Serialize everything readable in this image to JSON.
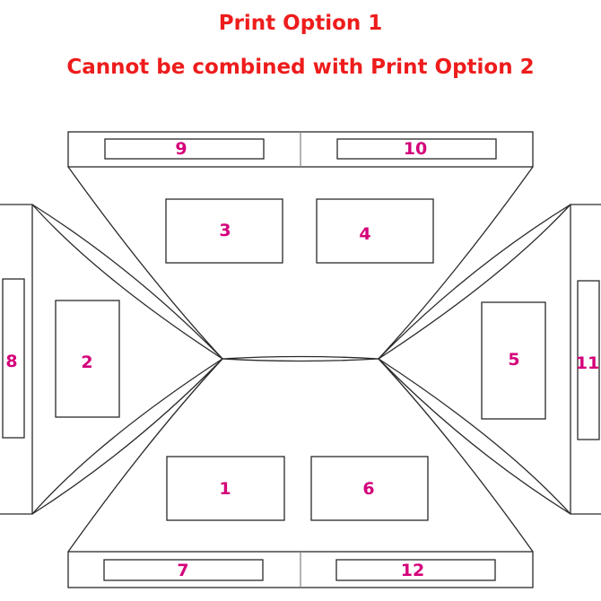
{
  "header": {
    "title": "Print Option 1",
    "subtitle": "Cannot be combined with Print Option 2"
  },
  "colors": {
    "title": "#ee1c1c",
    "label": "#d4007a",
    "stroke": "#2a2a2a",
    "divider": "#8a8a8a"
  },
  "areas": [
    {
      "id": "1",
      "label": "1"
    },
    {
      "id": "2",
      "label": "2"
    },
    {
      "id": "3",
      "label": "3"
    },
    {
      "id": "4",
      "label": "4"
    },
    {
      "id": "5",
      "label": "5"
    },
    {
      "id": "6",
      "label": "6"
    },
    {
      "id": "7",
      "label": "7"
    },
    {
      "id": "8",
      "label": "8"
    },
    {
      "id": "9",
      "label": "9"
    },
    {
      "id": "10",
      "label": "10"
    },
    {
      "id": "11",
      "label": "11"
    },
    {
      "id": "12",
      "label": "12"
    }
  ]
}
